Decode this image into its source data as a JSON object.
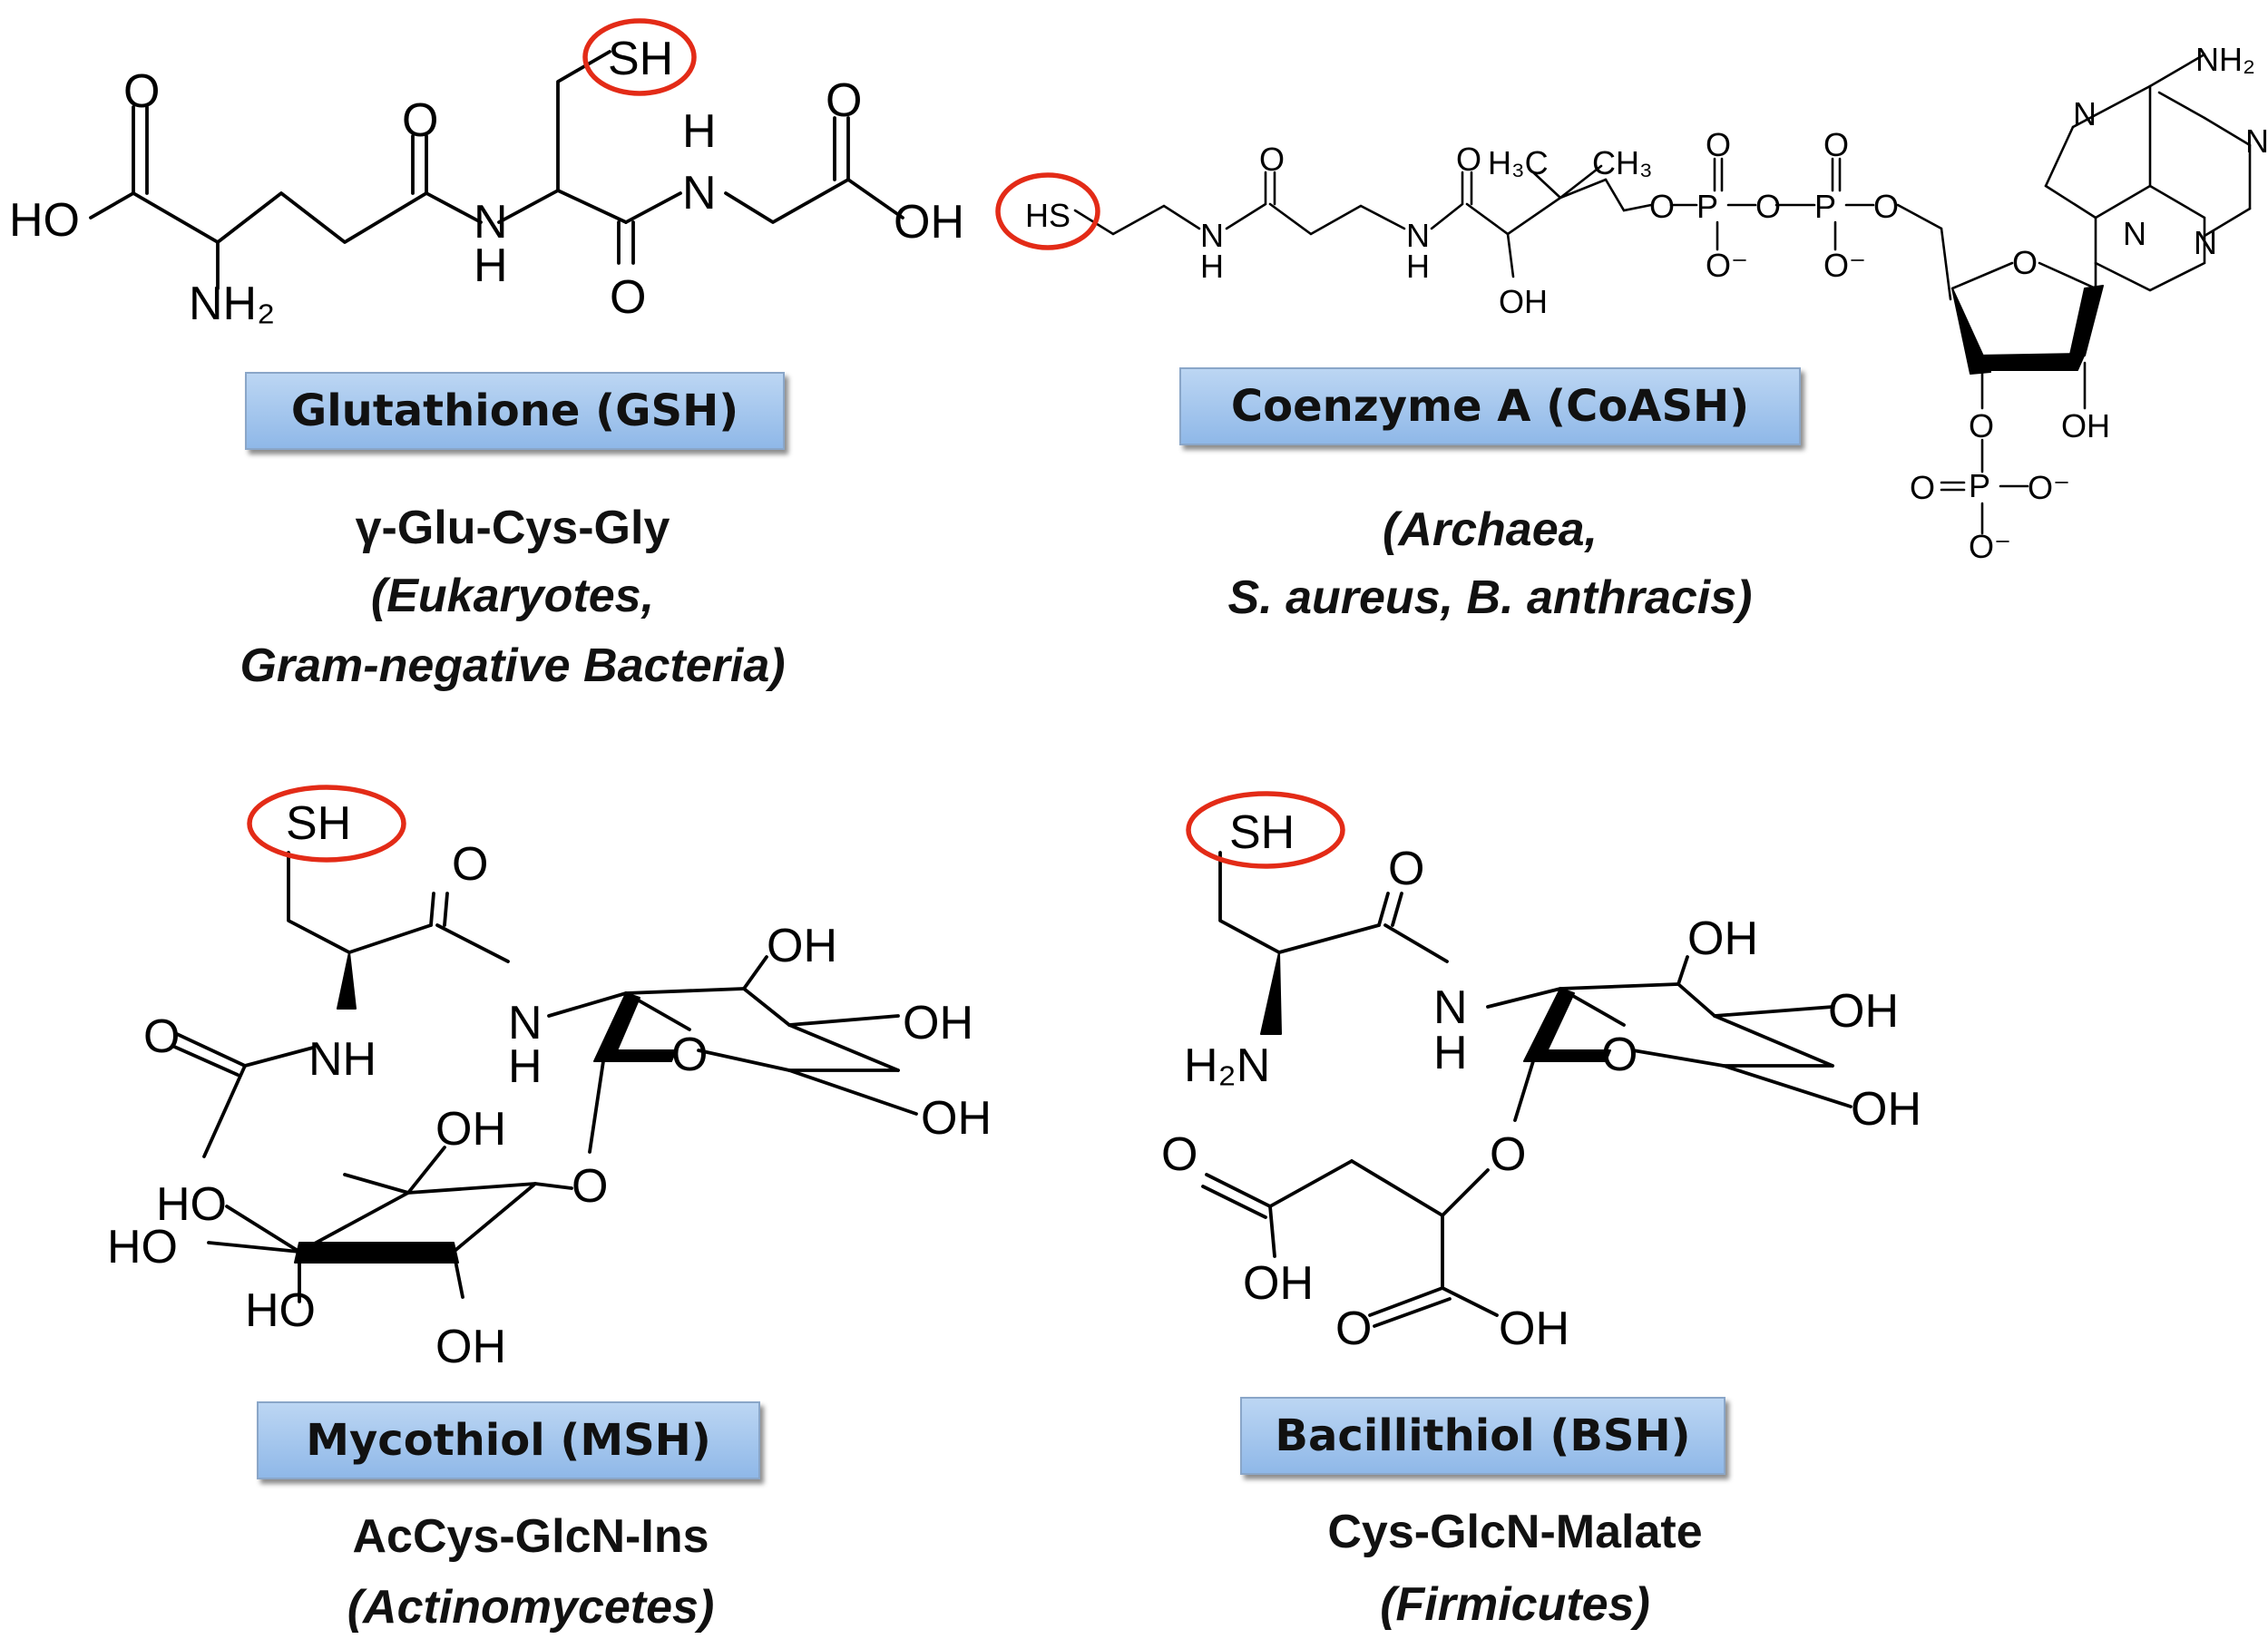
{
  "molecules": [
    {
      "name": "Glutathione (GSH)",
      "sequence": "γ-Glu-Cys-Gly",
      "organisms": [
        "(Eukaryotes,",
        "Gram-negative Bacteria)"
      ]
    },
    {
      "name": "Coenzyme A (CoASH)",
      "sequence": "",
      "organisms": [
        "(Archaea,",
        "S. aureus, B. anthracis)"
      ]
    },
    {
      "name": "Mycothiol (MSH)",
      "sequence": "AcCys-GlcN-Ins",
      "organisms": [
        "(Actinomycetes)"
      ]
    },
    {
      "name": "Bacillithiol (BSH)",
      "sequence": "Cys-GlcN-Malate",
      "organisms": [
        "(Firmicutes)"
      ]
    }
  ],
  "highlight_color": "#e32b17"
}
